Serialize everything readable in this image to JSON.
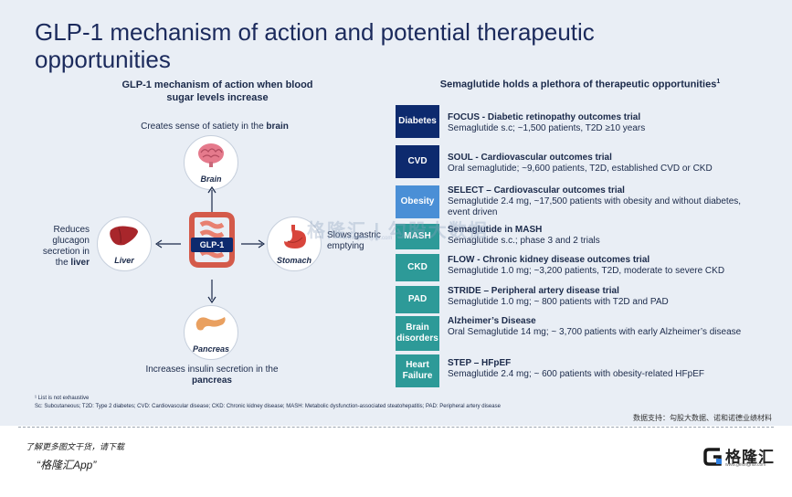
{
  "title": "GLP-1 mechanism of action and potential therapeutic opportunities",
  "left": {
    "subtitle": "GLP-1 mechanism of action when blood sugar levels increase",
    "brain_caption_pre": "Creates sense of satiety in the ",
    "brain_caption_bold": "brain",
    "liver_caption_pre": "Reduces glucagon secretion in the ",
    "liver_caption_bold": "liver",
    "stomach_caption": "Slows gastric emptying",
    "pancreas_caption_pre": "Increases insulin secretion in the ",
    "pancreas_caption_bold": "pancreas",
    "organs": {
      "brain": "Brain",
      "liver": "Liver",
      "stomach": "Stomach",
      "pancreas": "Pancreas"
    },
    "center_badge": "GLP-1"
  },
  "right": {
    "subtitle": "Semaglutide holds a plethora of therapeutic opportunities",
    "subtitle_sup": "1",
    "rows": [
      {
        "tag": "Diabetes",
        "color": "#0d2a6e",
        "title": "FOCUS - Diabetic retinopathy outcomes trial",
        "detail": "Semaglutide s.c; ~1,500 patients, T2D ≥10 years"
      },
      {
        "tag": "CVD",
        "color": "#0d2a6e",
        "title": "SOUL - Cardiovascular outcomes trial",
        "detail": "Oral semaglutide; ~9,600 patients, T2D, established CVD or CKD"
      },
      {
        "tag": "Obesity",
        "color": "#4a8fd6",
        "title": "SELECT – Cardiovascular outcomes trial",
        "detail": "Semaglutide 2.4 mg, ~17,500 patients with obesity and without diabetes, event driven"
      },
      {
        "tag": "MASH",
        "color": "#2d9a98",
        "title": "Semaglutide in MASH",
        "detail": "Semaglutide s.c.; phase 3 and 2 trials"
      },
      {
        "tag": "CKD",
        "color": "#2d9a98",
        "title": "FLOW - Chronic kidney disease outcomes trial",
        "detail": "Semaglutide 1.0 mg; ~3,200 patients, T2D, moderate to severe CKD"
      },
      {
        "tag": "PAD",
        "color": "#2d9a98",
        "title": "STRIDE – Peripheral artery disease trial",
        "detail": "Semaglutide 1.0 mg; ~ 800 patients with T2D and PAD"
      },
      {
        "tag": "Brain disorders",
        "color": "#2d9a98",
        "title": "Alzheimer’s Disease",
        "detail": "Oral Semaglutide 14 mg; ~ 3,700 patients with early Alzheimer’s disease"
      },
      {
        "tag": "Heart Failure",
        "color": "#2d9a98",
        "title": "STEP – HFpEF",
        "detail": "Semaglutide 2.4 mg; ~ 600 patients with obesity-related HFpEF"
      }
    ]
  },
  "footnotes": {
    "line1": "¹ List is not exhaustive",
    "line2": "Sc: Subcutaneous; T2D: Type 2 diabetes; CVD: Cardiovascular disease; CKD: Chronic kidney disease; MASH: Metabolic dysfunction-associated steatohepatitis; PAD: Peripheral artery disease"
  },
  "data_support": "数据支持：勾股大数据、诺和诺德业绩材料",
  "promo": {
    "line1": "了解更多图文干货，请下载",
    "line2": "“格隆汇App”"
  },
  "logo": {
    "name": "格隆汇",
    "url": "www.gelonghui.com"
  },
  "watermark": {
    "text": "格隆汇 | 勾股大数据",
    "url": "www.gelonghui.com"
  }
}
